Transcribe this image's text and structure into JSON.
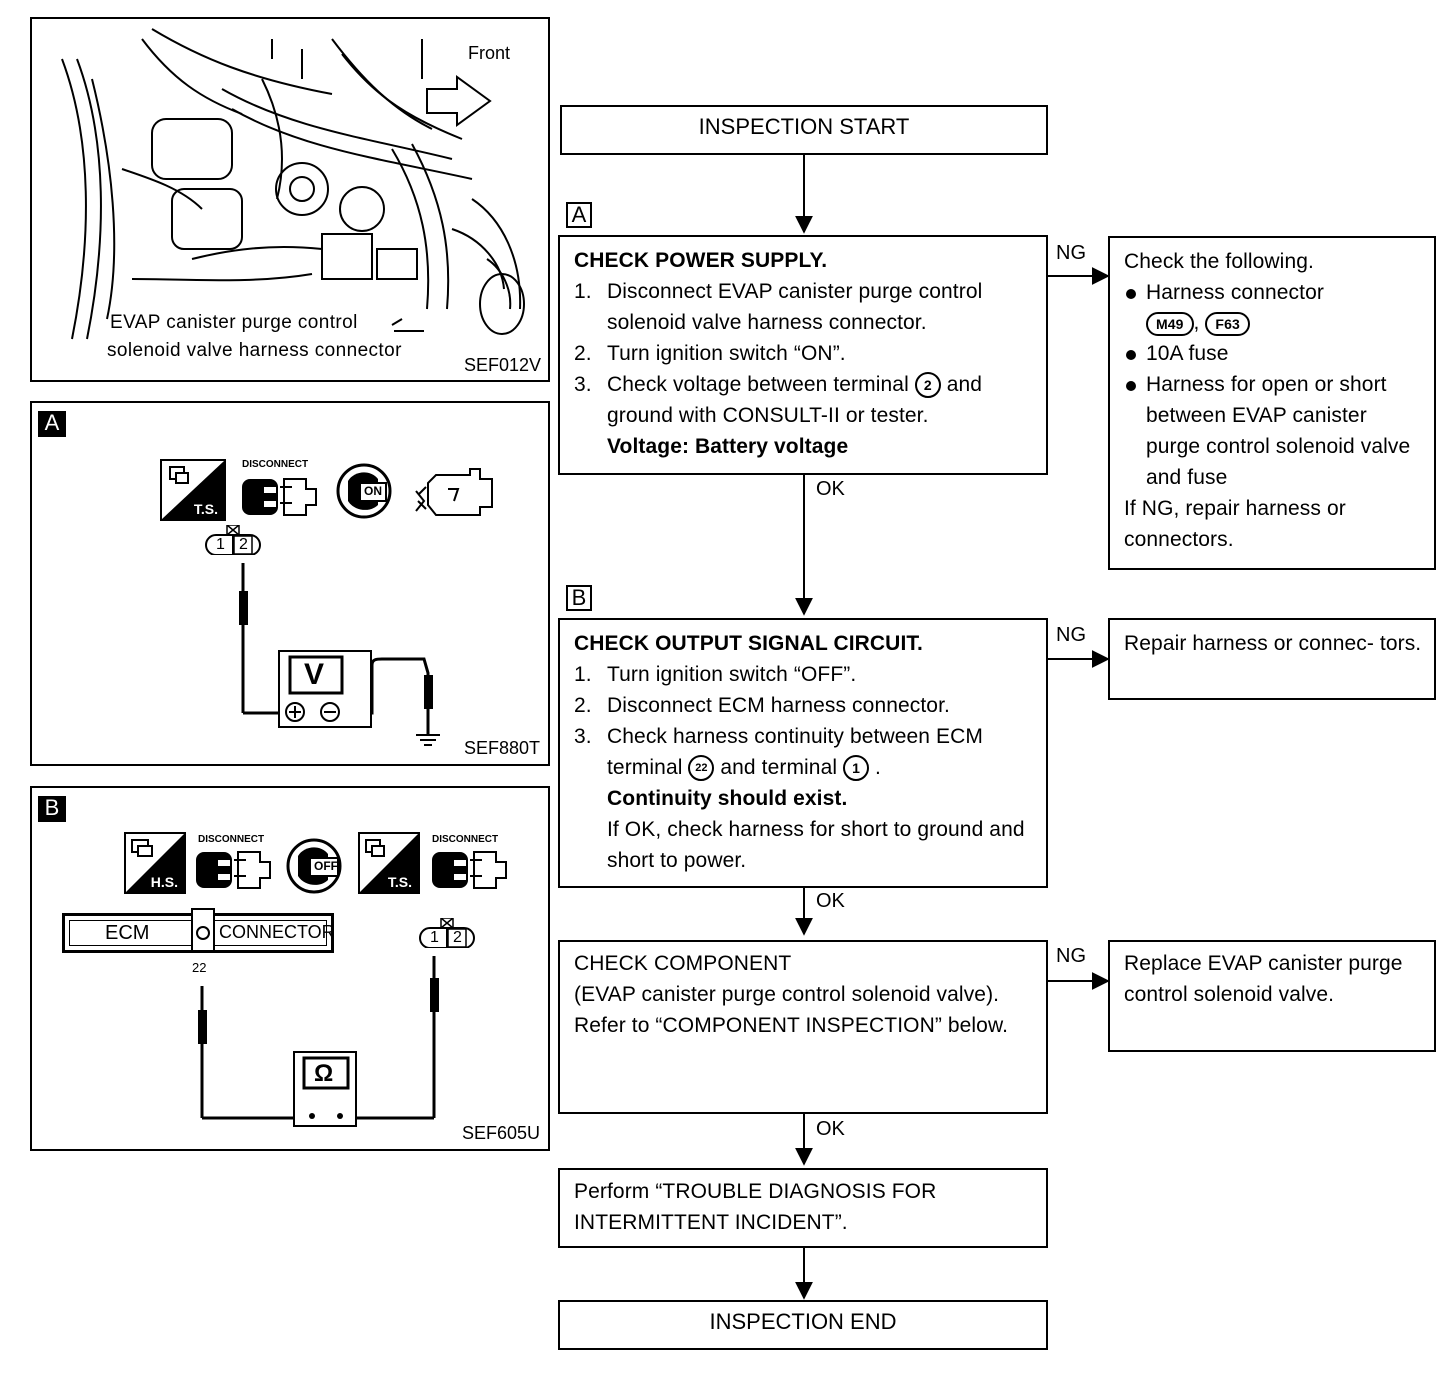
{
  "figures": {
    "engine": {
      "front_label": "Front",
      "callout": [
        "EVAP canister purge control",
        "solenoid valve harness connector"
      ],
      "code": "SEF012V"
    },
    "a": {
      "tag": "A",
      "icon_ts": "T.S.",
      "icon_disconnect": "DISCONNECT",
      "icon_on": "ON",
      "pin1": "1",
      "pin2": "2",
      "meter": "V",
      "code": "SEF880T"
    },
    "b": {
      "tag": "B",
      "icon_hs": "H.S.",
      "icon_disconnect": "DISCONNECT",
      "icon_off": "OFF",
      "icon_ts": "T.S.",
      "ecm": "ECM",
      "connector": "CONNECTOR",
      "pin_22": "22",
      "pin1": "1",
      "pin2": "2",
      "meter": "Ω",
      "code": "SEF605U"
    }
  },
  "flow": {
    "start": "INSPECTION START",
    "end": "INSPECTION END",
    "tag_a": "A",
    "tag_b": "B",
    "ng": "NG",
    "ok": "OK",
    "step_a": {
      "title": "CHECK POWER SUPPLY.",
      "items": [
        {
          "n": "1.",
          "text": "Disconnect EVAP canister purge control solenoid valve harness connector."
        },
        {
          "n": "2.",
          "text": "Turn ignition switch “ON”."
        },
        {
          "n": "3.",
          "text_pre": "Check voltage between terminal ",
          "terminal": "2",
          "text_post": " and ground with CONSULT-II or tester."
        }
      ],
      "spec": "Voltage: Battery voltage"
    },
    "ng_a": {
      "intro": "Check the following.",
      "bullet1": "Harness connector",
      "conn1": "M49",
      "conn_sep": ",",
      "conn2": "F63",
      "bullet2": "10A fuse",
      "bullet3": "Harness for open or short between EVAP canister purge control solenoid valve and fuse",
      "outro": "If NG, repair harness or connectors."
    },
    "step_b": {
      "title": "CHECK OUTPUT SIGNAL CIRCUIT.",
      "items": [
        {
          "n": "1.",
          "text": "Turn ignition switch “OFF”."
        },
        {
          "n": "2.",
          "text": "Disconnect ECM harness connector."
        },
        {
          "n": "3.",
          "text_pre": "Check harness continuity between ECM terminal ",
          "terminal_a": "22",
          "text_mid": " and terminal ",
          "terminal_b": "1",
          "text_post": " ."
        }
      ],
      "spec": "Continuity should exist.",
      "note": "If OK, check harness for short to ground and short to power."
    },
    "ng_b": "Repair harness or connec- tors.",
    "step_c": {
      "title": "CHECK COMPONENT",
      "body": "(EVAP canister purge control solenoid valve).",
      "ref": "Refer to “COMPONENT INSPECTION” below."
    },
    "ng_c": "Replace EVAP canister purge control solenoid valve.",
    "step_d": "Perform “TROUBLE DIAGNOSIS FOR INTERMITTENT INCIDENT”."
  }
}
